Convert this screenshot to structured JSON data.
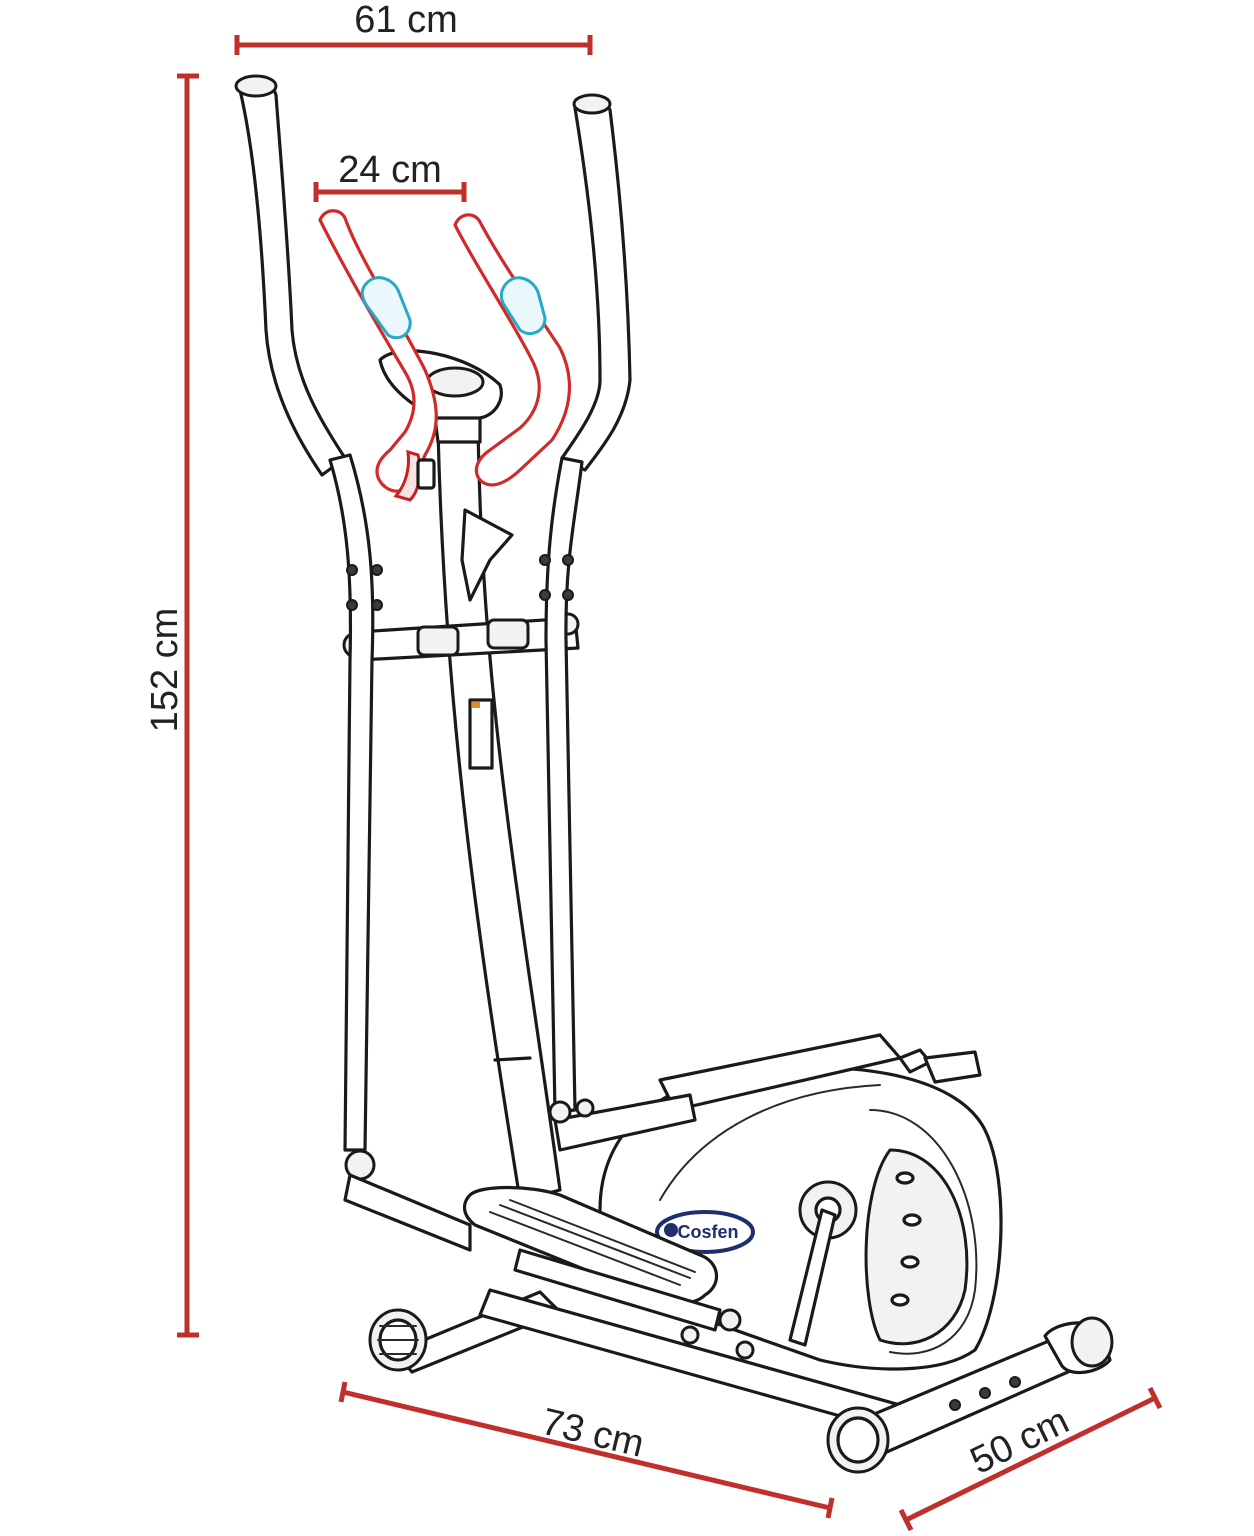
{
  "dimensions": {
    "width_top": "61 cm",
    "inner_handle_width": "24 cm",
    "height": "152 cm",
    "length": "73 cm",
    "depth": "50 cm"
  },
  "brand_badge": {
    "text": "Cosfen"
  },
  "colors": {
    "dimension_line": "#c0302a",
    "inner_handles": "#d02a2a",
    "grip_sensors": "#27a8c4",
    "outline": "#1a1a1a"
  }
}
